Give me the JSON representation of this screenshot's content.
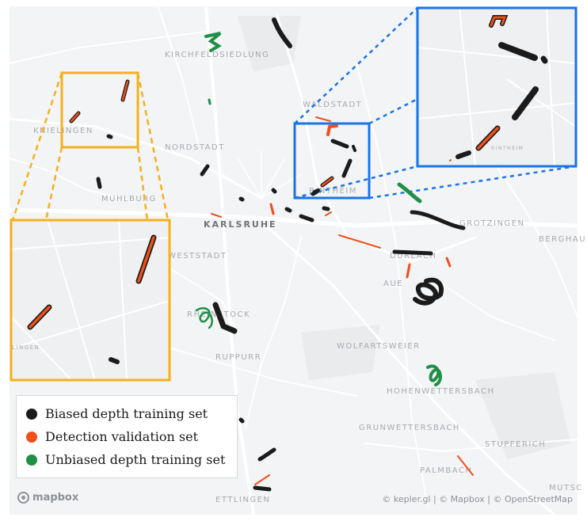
{
  "map": {
    "places": {
      "kirchfeldsiedlung": "KIRCHFELDSIEDLUNG",
      "waldstadt": "WALDSTADT",
      "knielingen": "KNIELINGEN",
      "nordstadt": "NORDSTADT",
      "muhlburg": "MUHLBURG",
      "karlsruhe": "KARLSRUHE",
      "weststadt": "WESTSTADT",
      "durlach": "DURLACH",
      "aue": "AUE",
      "rintheim": "RINTHEIM",
      "grotzingen": "GROTZINGEN",
      "berghausen": "BERGHAU",
      "rheinstock": "RHEINSTOCK",
      "ruppurr": "RUPPURR",
      "wolfartsweier": "WOLFARTSWEIER",
      "hohenwettersbach": "HOHENWETTERSBACH",
      "grunwettersbach": "GRUNWETTERSBACH",
      "stupferich": "STUPFERICH",
      "palmbach": "PALMBACH",
      "ettlingen": "ETTLINGEN",
      "mutschelbach": "MUTSC",
      "knielingen_inset": "LINGEN",
      "rintheim_inset": "RINTHEIM"
    },
    "colors": {
      "biased": "#1b1b1b",
      "detection": "#ef4f1a",
      "unbiased": "#1f8f47",
      "orange_box": "#f5b01d",
      "blue_box": "#1a73e8",
      "background": "#f3f4f5",
      "roads": "#ffffff"
    }
  },
  "legend": {
    "items": [
      {
        "label": "Biased depth training set",
        "color": "#1b1b1b"
      },
      {
        "label": "Detection validation set",
        "color": "#ef4f1a"
      },
      {
        "label": "Unbiased depth training set",
        "color": "#1f8f47"
      }
    ]
  },
  "branding": {
    "logo_text": "mapbox",
    "logo_icon": "mapbox-icon",
    "attribution": "© kepler.gl | © Mapbox | © OpenStreetMap"
  }
}
